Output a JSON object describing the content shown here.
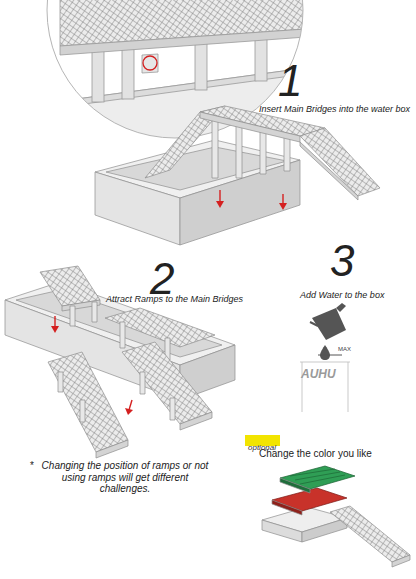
{
  "diagram": {
    "nodes": [
      {
        "text": [
          "optional"
        ]
      }
    ],
    "labels": [
      "1",
      "Insert Main Bridges into the water box",
      "2",
      "Attract Ramps to the Main Bridges",
      "3",
      "Add Water to the box",
      "MAX",
      "AUHU",
      "*",
      "Changing the position of ramps or not using ramps will get different challenges.",
      "Change the color you like"
    ]
  }
}
